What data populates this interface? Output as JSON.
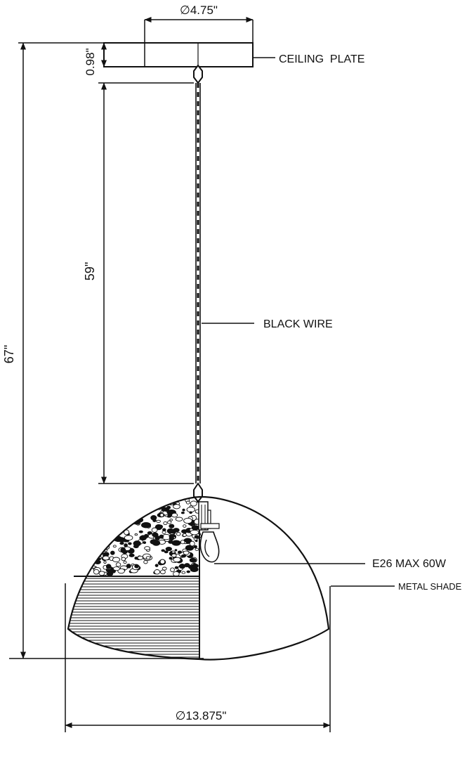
{
  "dimensions": {
    "plate_diameter": "∅4.75\"",
    "plate_height": "0.98\"",
    "wire_length": "59\"",
    "overall_height": "67\"",
    "shade_diameter": "∅13.875\""
  },
  "callouts": {
    "ceiling_plate": "CEILING  PLATE",
    "black_wire": "BLACK WIRE",
    "bulb": "E26 MAX 60W",
    "metal_shade": "METAL SHADE"
  },
  "colors": {
    "line": "#111111",
    "background": "#ffffff"
  }
}
